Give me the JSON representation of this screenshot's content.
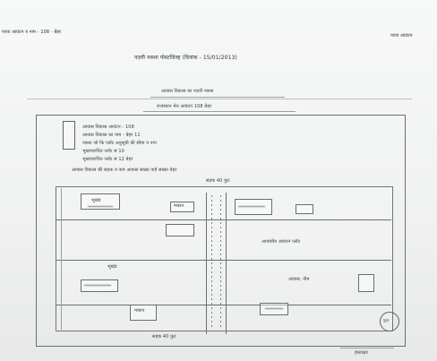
{
  "header": {
    "left_text": "परवा आवंटन व नाम - 108 - बेहर",
    "right_text": "परवा आवंटन",
    "title_line": "नज़री नक्शा पोस्टजिल्ह (दिनांक - 15/01/2013)"
  },
  "map_title": {
    "line1": "आवास विकास का नज़री नक्शा",
    "line2": "राजस्थान मेरा आवंटन 108 बेहर"
  },
  "legend": {
    "items": [
      "आवास विकास आवंटन - 108",
      "आवास विकास का नाम - बेहर 11",
      "नक्शा जो कि प्लॉट अनुसूची की सीमा व नाप",
      "भूखण्डरचित प्लॉट सं 10",
      "भूखण्डरचित प्लॉट सं 12 बेहर"
    ],
    "note": "आवास विकास की सड़क व नाम आवास संख्या वार्ड संख्या बेहर"
  },
  "plot": {
    "top_label": "सड़क 40 फुट",
    "bottom_label": "सड़क 40 फुट",
    "labels": [
      "भूखंड",
      "मकान",
      "आवासीय आवंटन प्लॉट",
      "भूखंड",
      "आवास, नीम",
      "मकान"
    ]
  },
  "footer": {
    "stamp_text": "मुहर",
    "signature_caption": "हस्ताक्षर"
  }
}
